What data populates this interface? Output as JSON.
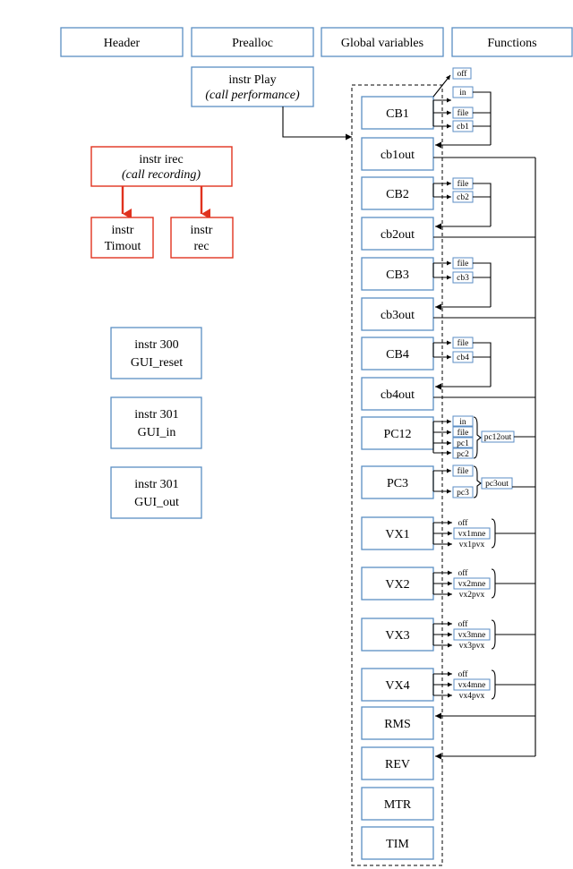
{
  "header": {
    "columns": [
      "Header",
      "Prealloc",
      "Global variables",
      "Functions"
    ]
  },
  "play": {
    "line1": "instr Play",
    "line2": "(call performance)"
  },
  "irec": {
    "line1": "instr irec",
    "line2": "(call recording)"
  },
  "timout": {
    "line1": "instr",
    "line2": "Timout"
  },
  "rec": {
    "line1": "instr",
    "line2": "rec"
  },
  "gui": [
    {
      "line1": "instr 300",
      "line2": "GUI_reset"
    },
    {
      "line1": "instr 301",
      "line2": "GUI_in"
    },
    {
      "line1": "instr 301",
      "line2": "GUI_out"
    }
  ],
  "stack": [
    "CB1",
    "cb1out",
    "CB2",
    "cb2out",
    "CB3",
    "cb3out",
    "CB4",
    "cb4out",
    "PC12",
    "PC3",
    "VX1",
    "VX2",
    "VX3",
    "VX4",
    "RMS",
    "REV",
    "MTR",
    "TIM"
  ],
  "cb1_tags": [
    "off",
    "in",
    "file",
    "cb1"
  ],
  "cb_tags": [
    [
      "file",
      "cb2"
    ],
    [
      "file",
      "cb3"
    ],
    [
      "file",
      "cb4"
    ]
  ],
  "pc12_tags": [
    "in",
    "file",
    "pc1",
    "pc2"
  ],
  "pc12_out": "pc12out",
  "pc3_tags": [
    "file",
    "pc3"
  ],
  "pc3_out": "pc3out",
  "vx_tags": [
    [
      "off",
      "vx1mne",
      "vx1pvx"
    ],
    [
      "off",
      "vx2mne",
      "vx2pvx"
    ],
    [
      "off",
      "vx3mne",
      "vx3pvx"
    ],
    [
      "off",
      "vx4mne",
      "vx4pvx"
    ]
  ]
}
